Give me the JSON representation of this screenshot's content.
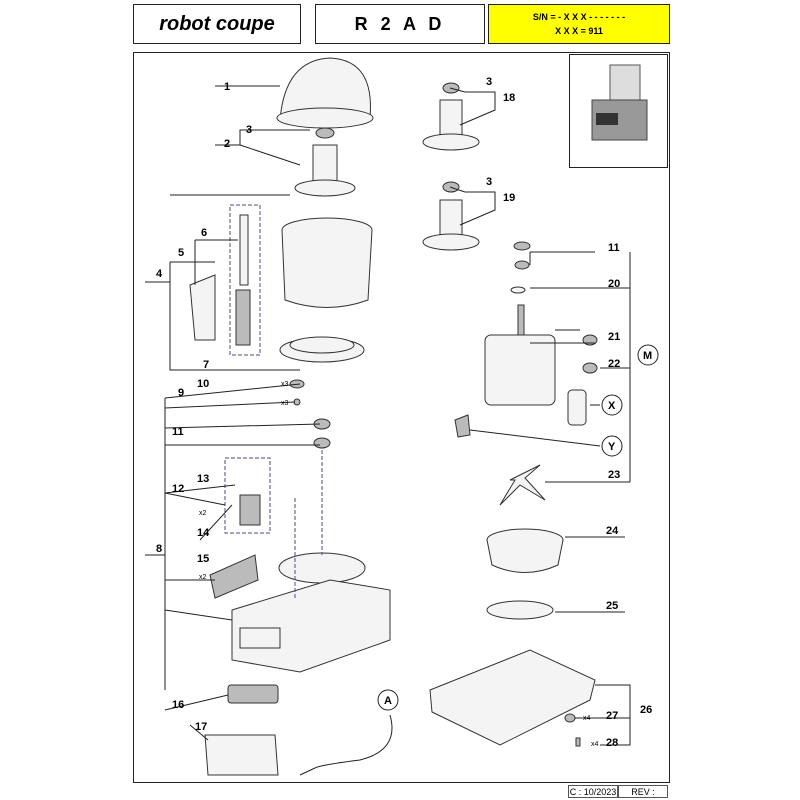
{
  "header": {
    "brand": "robot coupe",
    "model": "R 2 A D",
    "serial_line1": "S/N = - X X X - - - - - - -",
    "serial_line2": "X X X = 911"
  },
  "footer": {
    "revision_date": "C : 10/2023",
    "rev_label": "REV :"
  },
  "callouts": {
    "c1": "1",
    "c3a": "3",
    "c2": "2",
    "c6": "6",
    "c5": "5",
    "c4": "4",
    "c7": "7",
    "c10": "10",
    "x3a": "x3",
    "x3b": "x3",
    "c9": "9",
    "c11a": "11",
    "c13": "13",
    "c12": "12",
    "x2a": "x2",
    "c14": "14",
    "c8": "8",
    "c15": "15",
    "x2b": "x2",
    "c16": "16",
    "c17": "17",
    "cA": "A",
    "c3b": "3",
    "c18": "18",
    "c3c": "3",
    "c19": "19",
    "c11b": "11",
    "c20": "20",
    "c21": "21",
    "c22": "22",
    "cM": "M",
    "cX": "X",
    "cY": "Y",
    "c23": "23",
    "c24": "24",
    "c25": "25",
    "c27": "27",
    "c26": "26",
    "x4a": "x4",
    "c28": "28",
    "x4b": "x4"
  }
}
